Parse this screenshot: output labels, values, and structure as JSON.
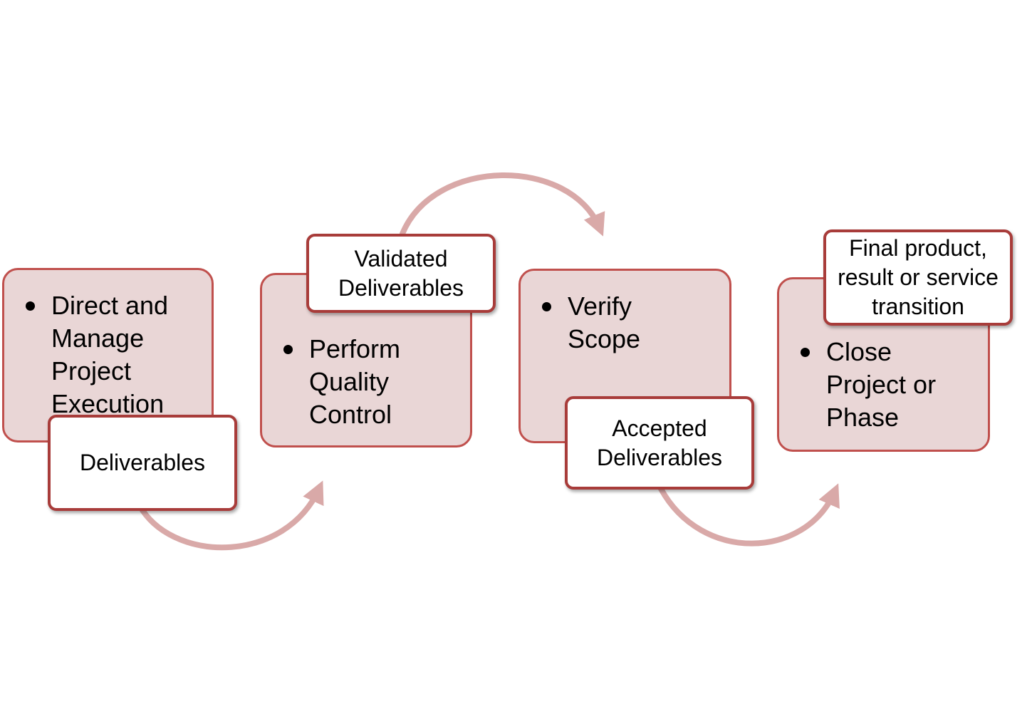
{
  "colors": {
    "process_fill": "#e9d6d6",
    "process_border": "#c0504d",
    "output_border": "#a83c3a",
    "arrow": "#d9a9a8"
  },
  "processes": [
    {
      "label": "Direct and Manage Project Execution"
    },
    {
      "label": "Perform Quality Control"
    },
    {
      "label": "Verify Scope"
    },
    {
      "label": "Close Project or Phase"
    }
  ],
  "outputs": [
    {
      "label": "Deliverables"
    },
    {
      "label": "Validated Deliverables"
    },
    {
      "label": "Accepted Deliverables"
    },
    {
      "label": "Final product, result or service transition"
    }
  ]
}
